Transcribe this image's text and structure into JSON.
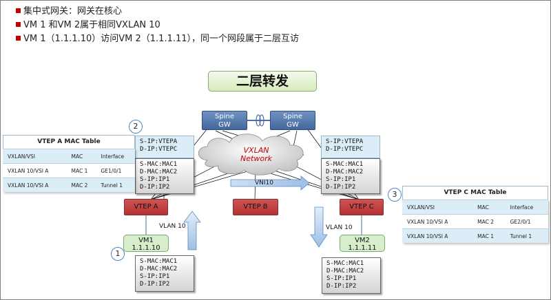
{
  "bullets": [
    "集中式网关：网关在核心",
    "VM 1 和VM 2属于相同VXLAN 10",
    "VM 1（1.1.1.10）访问VM 2（1.1.1.11），同一个网段属于二层互访"
  ],
  "title": "二层转发",
  "spine_left": {
    "line1": "Spine",
    "line2": "GW"
  },
  "spine_right": {
    "line1": "Spine",
    "line2": "GW"
  },
  "cloud": {
    "line1": "VXLAN",
    "line2": "Network"
  },
  "vni_label": "VNI10",
  "vtep_a": "VTEP A",
  "vtep_b": "VTEP B",
  "vtep_c": "VTEP C",
  "vm1": {
    "name": "VM1",
    "ip": "1.1.1.10"
  },
  "vm2": {
    "name": "VM2",
    "ip": "1.1.1.11"
  },
  "vlan_left": "VLAN  10",
  "vlan_right": "VLAN  10",
  "steps": [
    "1",
    "2",
    "3"
  ],
  "outer_header_a": [
    "S-IP:VTEPA",
    "D-IP:VTEPC"
  ],
  "inner_frame_a": [
    "S-MAC:MAC1",
    "D-MAC:MAC2",
    "S-IP:IP1",
    "D-IP:IP2"
  ],
  "outer_header_c": [
    "S-IP:VTEPA",
    "D-IP:VTEPC"
  ],
  "inner_frame_c": [
    "S-MAC:MAC1",
    "D-MAC:MAC2",
    "S-IP:IP1",
    "D-IP:IP2"
  ],
  "frame_vm1": [
    "S-MAC:MAC1",
    "D-MAC:MAC2",
    "S-IP:IP1",
    "D-IP:IP2"
  ],
  "frame_vm2": [
    "S-MAC:MAC1",
    "D-MAC:MAC2",
    "S-IP:IP1",
    "D-IP:IP2"
  ],
  "table_a": {
    "title": "VTEP A MAC Table",
    "rows": [
      [
        "VXLAN/VSI",
        "MAC",
        "Interface"
      ],
      [
        "VXLAN  10/VSI  A",
        "MAC  1",
        "GE1/0/1"
      ],
      [
        "VXLAN  10/VSI  A",
        "MAC  2",
        "Tunnel 1"
      ]
    ]
  },
  "table_c": {
    "title": "VTEP C MAC Table",
    "rows": [
      [
        "VXLAN/VSI",
        "MAC",
        "Interface"
      ],
      [
        "VXLAN  10/VSI  A",
        "MAC  2",
        "GE2/0/1"
      ],
      [
        "VXLAN  10/VSI  A",
        "MAC  1",
        "Tunnel 1"
      ]
    ]
  },
  "colors": {
    "accent_red": "#c00000",
    "spine_blue": "#4a6fa5",
    "vtep_red": "#c04040",
    "vm_green": "#d6eecb",
    "table_blue": "#dbeef8"
  }
}
